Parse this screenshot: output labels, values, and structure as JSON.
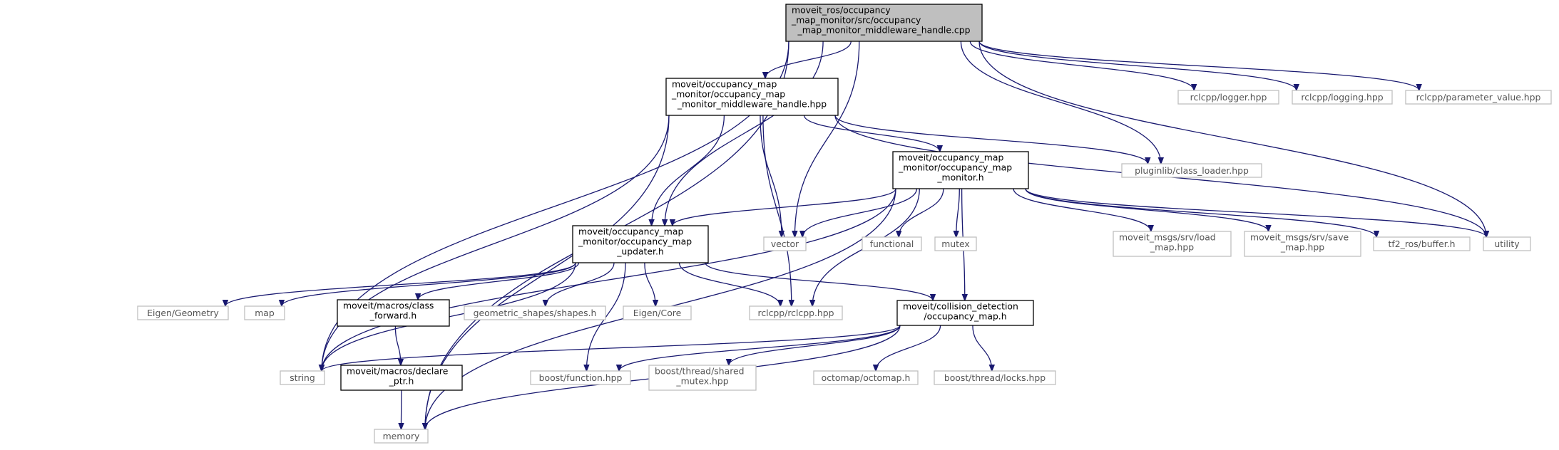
{
  "nodes": [
    {
      "id": "root",
      "style": "root",
      "lines": [
        "moveit_ros/occupancy",
        "_map_monitor/src/occupancy",
        "_map_monitor_middleware_handle.cpp"
      ]
    },
    {
      "id": "mwh",
      "style": "solid",
      "lines": [
        "moveit/occupancy_map",
        "_monitor/occupancy_map",
        "_monitor_middleware_handle.hpp"
      ]
    },
    {
      "id": "logger",
      "style": "gray",
      "lines": [
        "rclcpp/logger.hpp"
      ]
    },
    {
      "id": "logging",
      "style": "gray",
      "lines": [
        "rclcpp/logging.hpp"
      ]
    },
    {
      "id": "param",
      "style": "gray",
      "lines": [
        "rclcpp/parameter_value.hpp"
      ]
    },
    {
      "id": "monitor",
      "style": "solid",
      "lines": [
        "moveit/occupancy_map",
        "_monitor/occupancy_map",
        "_monitor.h"
      ]
    },
    {
      "id": "classloader",
      "style": "gray",
      "lines": [
        "pluginlib/class_loader.hpp"
      ]
    },
    {
      "id": "updater",
      "style": "solid",
      "lines": [
        "moveit/occupancy_map",
        "_monitor/occupancy_map",
        "_updater.h"
      ]
    },
    {
      "id": "vector",
      "style": "gray",
      "lines": [
        "vector"
      ]
    },
    {
      "id": "functional",
      "style": "gray",
      "lines": [
        "functional"
      ]
    },
    {
      "id": "mutex",
      "style": "gray",
      "lines": [
        "mutex"
      ]
    },
    {
      "id": "loadmap",
      "style": "gray",
      "lines": [
        "moveit_msgs/srv/load",
        "_map.hpp"
      ]
    },
    {
      "id": "savemap",
      "style": "gray",
      "lines": [
        "moveit_msgs/srv/save",
        "_map.hpp"
      ]
    },
    {
      "id": "tf2buffer",
      "style": "gray",
      "lines": [
        "tf2_ros/buffer.h"
      ]
    },
    {
      "id": "utility",
      "style": "gray",
      "lines": [
        "utility"
      ]
    },
    {
      "id": "eigengeom",
      "style": "gray",
      "lines": [
        "Eigen/Geometry"
      ]
    },
    {
      "id": "map",
      "style": "gray",
      "lines": [
        "map"
      ]
    },
    {
      "id": "classfwd",
      "style": "solid",
      "lines": [
        "moveit/macros/class",
        "_forward.h"
      ]
    },
    {
      "id": "shapes",
      "style": "gray",
      "lines": [
        "geometric_shapes/shapes.h"
      ]
    },
    {
      "id": "eigencore",
      "style": "gray",
      "lines": [
        "Eigen/Core"
      ]
    },
    {
      "id": "rclcpp",
      "style": "gray",
      "lines": [
        "rclcpp/rclcpp.hpp"
      ]
    },
    {
      "id": "occmap",
      "style": "solid",
      "lines": [
        "moveit/collision_detection",
        "/occupancy_map.h"
      ]
    },
    {
      "id": "string",
      "style": "gray",
      "lines": [
        "string"
      ]
    },
    {
      "id": "declareptr",
      "style": "solid",
      "lines": [
        "moveit/macros/declare",
        "_ptr.h"
      ]
    },
    {
      "id": "boostfunc",
      "style": "gray",
      "lines": [
        "boost/function.hpp"
      ]
    },
    {
      "id": "sharedmutex",
      "style": "gray",
      "lines": [
        "boost/thread/shared",
        "_mutex.hpp"
      ]
    },
    {
      "id": "octomap",
      "style": "gray",
      "lines": [
        "octomap/octomap.h"
      ]
    },
    {
      "id": "locks",
      "style": "gray",
      "lines": [
        "boost/thread/locks.hpp"
      ]
    },
    {
      "id": "memory",
      "style": "gray",
      "lines": [
        "memory"
      ]
    }
  ],
  "edges": [
    [
      "root",
      "memory"
    ],
    [
      "root",
      "string"
    ],
    [
      "root",
      "updater"
    ],
    [
      "root",
      "mwh"
    ],
    [
      "root",
      "vector"
    ],
    [
      "root",
      "classloader"
    ],
    [
      "root",
      "logger"
    ],
    [
      "root",
      "logging"
    ],
    [
      "root",
      "param"
    ],
    [
      "root",
      "utility"
    ],
    [
      "mwh",
      "memory"
    ],
    [
      "mwh",
      "string"
    ],
    [
      "mwh",
      "updater"
    ],
    [
      "mwh",
      "rclcpp"
    ],
    [
      "mwh",
      "vector"
    ],
    [
      "mwh",
      "monitor"
    ],
    [
      "mwh",
      "classloader"
    ],
    [
      "mwh",
      "utility"
    ],
    [
      "monitor",
      "updater"
    ],
    [
      "monitor",
      "vector"
    ],
    [
      "monitor",
      "string"
    ],
    [
      "monitor",
      "functional"
    ],
    [
      "monitor",
      "mutex"
    ],
    [
      "monitor",
      "rclcpp"
    ],
    [
      "monitor",
      "occmap"
    ],
    [
      "monitor",
      "memory"
    ],
    [
      "monitor",
      "loadmap"
    ],
    [
      "monitor",
      "savemap"
    ],
    [
      "monitor",
      "tf2buffer"
    ],
    [
      "monitor",
      "utility"
    ],
    [
      "updater",
      "eigengeom"
    ],
    [
      "updater",
      "map"
    ],
    [
      "updater",
      "string"
    ],
    [
      "updater",
      "classfwd"
    ],
    [
      "updater",
      "shapes"
    ],
    [
      "updater",
      "eigencore"
    ],
    [
      "updater",
      "rclcpp"
    ],
    [
      "updater",
      "boostfunc"
    ],
    [
      "updater",
      "occmap"
    ],
    [
      "classfwd",
      "declareptr"
    ],
    [
      "declareptr",
      "memory"
    ],
    [
      "occmap",
      "string"
    ],
    [
      "occmap",
      "boostfunc"
    ],
    [
      "occmap",
      "sharedmutex"
    ],
    [
      "occmap",
      "octomap"
    ],
    [
      "occmap",
      "locks"
    ],
    [
      "occmap",
      "memory"
    ]
  ],
  "colors": {
    "edge": "#191970",
    "root_fill": "#bfbfbf",
    "solid_border": "#000000",
    "gray_border": "#bfbfbf",
    "gray_text": "#555555"
  }
}
